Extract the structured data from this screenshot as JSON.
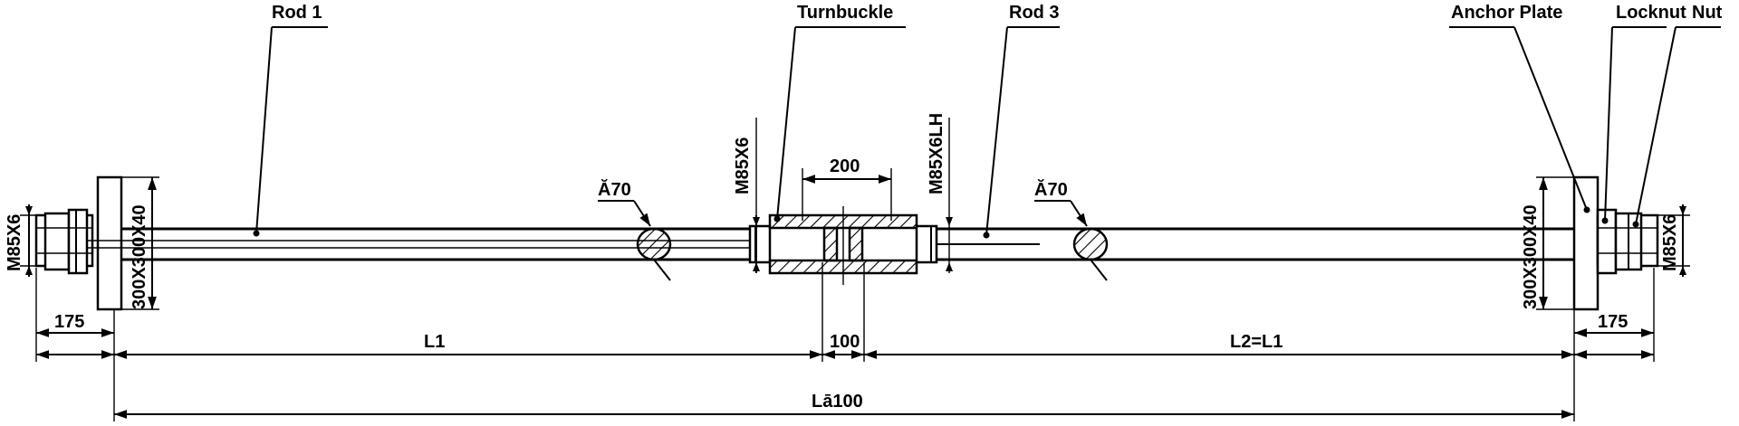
{
  "labels": {
    "rod1": "Rod 1",
    "turnbuckle": "Turnbuckle",
    "rod3": "Rod 3",
    "anchor_plate": "Anchor Plate",
    "locknut": "Locknut",
    "nut": "Nut"
  },
  "dimensions": {
    "thread_left": "M85X6",
    "thread_right": "M85X6",
    "thread_turnbuckle_left": "M85X6",
    "thread_turnbuckle_right": "M85X6LH",
    "plate_left": "300X300X40",
    "plate_right": "300X300X40",
    "rod_dia_left": "Ă70",
    "rod_dia_right": "Ă70",
    "turnbuckle_body": "200",
    "end_left": "175",
    "end_right": "175",
    "length_l1": "L1",
    "gap": "100",
    "length_l2": "L2=L1",
    "total_length": "Lā100"
  }
}
